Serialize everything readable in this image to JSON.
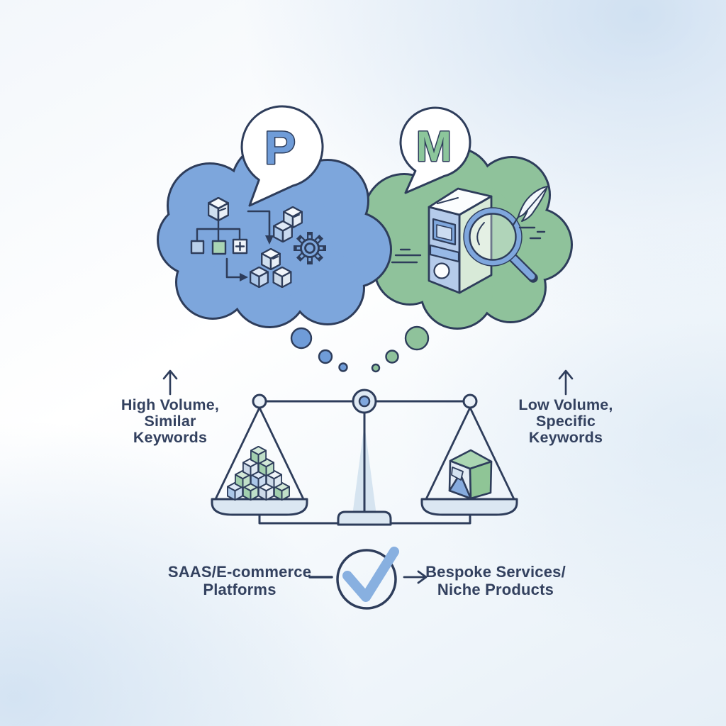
{
  "diagram": {
    "speech_bubbles": {
      "left_letter": "P",
      "right_letter": "M"
    },
    "side_labels": {
      "left": [
        "High Volume,",
        "Similar",
        "Keywords"
      ],
      "right": [
        "Low Volume,",
        "Specific",
        "Keywords"
      ]
    },
    "bottom_labels": {
      "left": [
        "SAAS/E-commerce",
        "Platforms"
      ],
      "right": [
        "Bespoke Services/",
        "Niche Products"
      ]
    },
    "icons": {
      "left_cloud": [
        "hierarchy-flowchart-icon",
        "cube-stack-icon",
        "gear-icon",
        "elbow-arrow-icon"
      ],
      "right_cloud": [
        "product-box-icon",
        "magnifying-glass-icon",
        "quill-icon",
        "speed-lines"
      ],
      "center": [
        "thought-dots",
        "up-arrow-icon",
        "balance-scale-icon",
        "checkmark-circle-icon",
        "flow-arrow-icon"
      ]
    },
    "colors": {
      "cloud_blue": "#7da6dc",
      "cloud_green": "#8fc29b",
      "outline_navy": "#2e3d5b",
      "text_navy": "#33415f",
      "check_blue": "#88b0e0",
      "pan_fill": "#dbe7f2",
      "letter_p_blue": "#6f9cd8",
      "letter_m_green": "#8cc69b"
    }
  }
}
